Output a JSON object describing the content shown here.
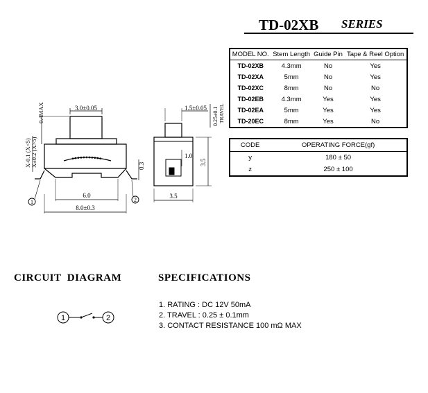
{
  "title": {
    "model": "TD-02XB",
    "series": "SERIES"
  },
  "model_table": {
    "headers": [
      "MODEL NO.",
      "Stem Length",
      "Guide Pin",
      "Tape & Reel Option"
    ],
    "rows": [
      [
        "TD-02XB",
        "4.3mm",
        "No",
        "Yes"
      ],
      [
        "TD-02XA",
        "5mm",
        "No",
        "Yes"
      ],
      [
        "TD-02XC",
        "8mm",
        "No",
        "No"
      ],
      [
        "TD-02EB",
        "4.3mm",
        "Yes",
        "Yes"
      ],
      [
        "TD-02EA",
        "5mm",
        "Yes",
        "Yes"
      ],
      [
        "TD-20EC",
        "8mm",
        "Yes",
        "No"
      ]
    ]
  },
  "force_table": {
    "headers": [
      "CODE",
      "OPERATING FORCE(gf)"
    ],
    "rows": [
      [
        "y",
        "180 ± 50"
      ],
      [
        "z",
        "250 ± 100"
      ]
    ]
  },
  "front_view": {
    "dim_stem": "3.0±0.05",
    "dim_04max": "0.4MAX",
    "dim_x": "X-0.1 (X<5)",
    "dim_x2": "X±0.2 (X>5)",
    "dim_03": "0.3",
    "dim_60": "6.0",
    "dim_80": "8.0±0.3",
    "terminal_1": "1",
    "terminal_2": "2"
  },
  "side_view": {
    "dim_15": "1.5±0.05",
    "dim_travel": "0.25±0.1",
    "dim_travel_word": "TRAVEL",
    "dim_10": "1.0",
    "dim_35v": "3.5",
    "dim_35h": "3.5"
  },
  "headings": {
    "circuit": "CIRCUIT  DIAGRAM",
    "specs": "SPECIFICATIONS"
  },
  "specs": [
    "1. RATING : DC 12V  50mA",
    "2. TRAVEL : 0.25 ± 0.1mm",
    "3. CONTACT  RESISTANCE 100 mΩ MAX"
  ],
  "circuit": {
    "node_1": "1",
    "node_2": "2"
  }
}
